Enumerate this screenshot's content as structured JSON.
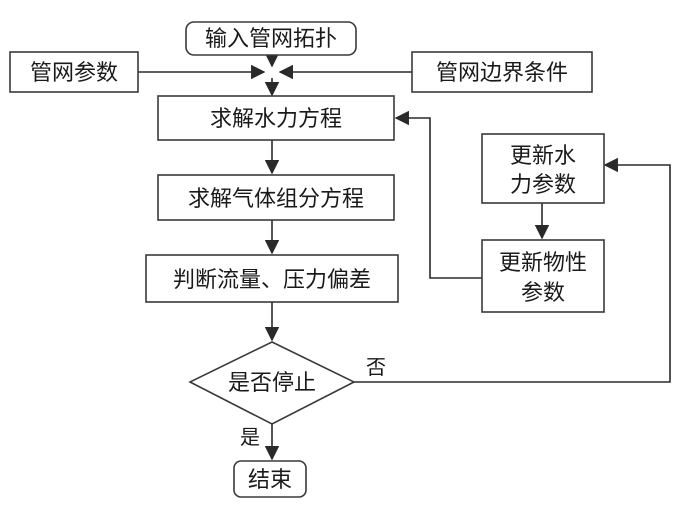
{
  "nodes": {
    "input_topology": "输入管网拓扑",
    "network_params": "管网参数",
    "boundary_conditions": "管网边界条件",
    "solve_hydraulic": "求解水力方程",
    "solve_gas": "求解气体组分方程",
    "judge_deviation": "判断流量、压力偏差",
    "stop_decision": "是否停止",
    "end": "结束",
    "update_hydraulic_line1": "更新水",
    "update_hydraulic_line2": "力参数",
    "update_property_line1": "更新物性",
    "update_property_line2": "参数"
  },
  "edge_labels": {
    "no": "否",
    "yes": "是"
  }
}
